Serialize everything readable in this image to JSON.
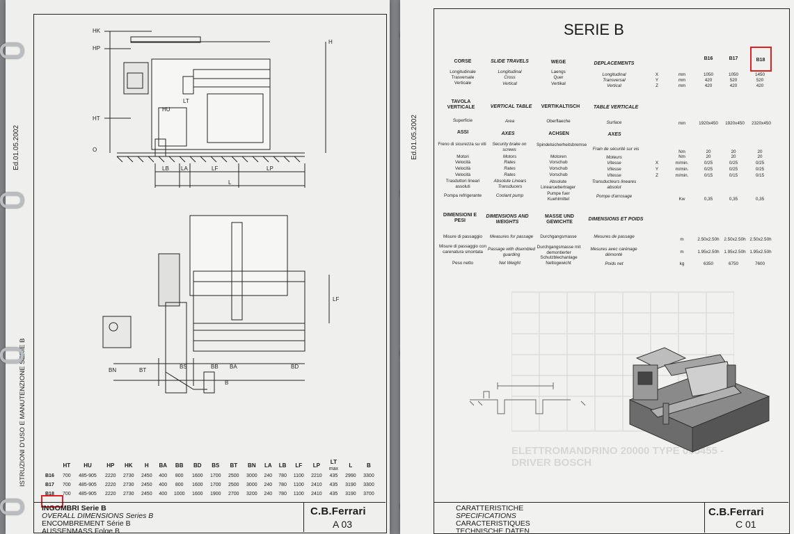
{
  "left": {
    "side_text": "ISTRUZIONI D'USO E MANUTENZIONE SERIE B",
    "edition": "Ed.01.05.2002",
    "drawing_labels": {
      "hk": "HK",
      "hp": "HP",
      "h": "H",
      "hu": "HU",
      "ht": "HT",
      "lt": "LT",
      "o": "O",
      "lb": "LB",
      "la": "LA",
      "lf": "LF",
      "lp": "LP",
      "l": "L",
      "bn": "BN",
      "bt": "BT",
      "bs": "BS",
      "bb": "BB",
      "ba": "BA",
      "bd": "BD",
      "b": "B",
      "lf_side": "LF"
    },
    "dimensions_table": {
      "headers": [
        "HT",
        "HU",
        "HP",
        "HK",
        "H",
        "BA",
        "BB",
        "BD",
        "BS",
        "BT",
        "BN",
        "LA",
        "LB",
        "LF",
        "LP",
        "LT",
        "L",
        "B"
      ],
      "lt_sub": "max",
      "rows": [
        {
          "model": "B16",
          "values": [
            "700",
            "485-905",
            "2220",
            "2730",
            "2450",
            "400",
            "800",
            "1600",
            "1700",
            "2500",
            "3000",
            "240",
            "780",
            "1100",
            "2210",
            "435",
            "2990",
            "3300"
          ]
        },
        {
          "model": "B17",
          "values": [
            "700",
            "485-905",
            "2220",
            "2730",
            "2450",
            "400",
            "800",
            "1600",
            "1700",
            "2500",
            "3000",
            "240",
            "780",
            "1100",
            "2410",
            "435",
            "3190",
            "3300"
          ]
        },
        {
          "model": "B18",
          "values": [
            "700",
            "485-905",
            "2220",
            "2730",
            "2450",
            "400",
            "1000",
            "1600",
            "1900",
            "2700",
            "3200",
            "240",
            "780",
            "1100",
            "2410",
            "435",
            "3190",
            "3700"
          ]
        }
      ]
    },
    "title_block": {
      "line1": "INGOMBRI Serie B",
      "line2": "OVERALL DIMENSIONS Series B",
      "line3": "ENCOMBREMENT Série B",
      "line4": "AUSSENMASS Folge B",
      "logo": "C.B.Ferrari",
      "page": "A 03"
    }
  },
  "right": {
    "edition": "Ed.01.05.2002",
    "title": "SERIE B",
    "models": [
      "B16",
      "B17",
      "B18"
    ],
    "highlighted_model": "B18",
    "sections": {
      "corse": {
        "it": "CORSE",
        "en": "SLIDE TRAVELS",
        "de": "WEGE",
        "fr": "DEPLACEMENTS"
      },
      "tavola": {
        "it": "TAVOLA VERTICALE",
        "en": "VERTICAL TABLE",
        "de": "VERTIKALTISCH",
        "fr": "TABLE VERTICALE"
      },
      "assi": {
        "it": "ASSI",
        "en": "AXES",
        "de": "ACHSEN",
        "fr": "AXES"
      },
      "dimensioni": {
        "it": "DIMENSIONI E PESI",
        "en": "DIMENSIONS AND WEIGHTS",
        "de": "MASSE UND GEWICHTE",
        "fr": "DIMENSIONS ET POIDS"
      }
    },
    "rows": {
      "long": {
        "it": "Longitudinale",
        "en": "Longitudinal",
        "de": "Laengs",
        "fr": "Longitudinal",
        "axis": "X",
        "unit": "mm",
        "v": [
          "1050",
          "1050",
          "1450"
        ]
      },
      "tras": {
        "it": "Trasversale",
        "en": "Cross",
        "de": "Quer",
        "fr": "Transversal",
        "axis": "Y",
        "unit": "mm",
        "v": [
          "420",
          "520",
          "520"
        ]
      },
      "vert": {
        "it": "Verticale",
        "en": "Vertical",
        "de": "Vertikal",
        "fr": "Vertical",
        "axis": "Z",
        "unit": "mm",
        "v": [
          "420",
          "420",
          "420"
        ]
      },
      "sup": {
        "it": "Superficie",
        "en": "Area",
        "de": "Oberflaeche",
        "fr": "Surface",
        "unit": "mm",
        "v": [
          "1920x450",
          "1920x450",
          "2320x450"
        ]
      },
      "freno": {
        "it": "Freno di sicurezza su viti",
        "en": "Security brake on screws",
        "de": "Spindelsicherheitsbremse",
        "fr": "Frain de sécurité sur vis",
        "unit": "Nm",
        "v": [
          "20",
          "20",
          "20"
        ]
      },
      "motori": {
        "it": "Motori",
        "en": "Motors",
        "de": "Motoren",
        "fr": "Moteurs",
        "unit": "Nm",
        "v": [
          "20",
          "20",
          "20"
        ]
      },
      "vel1": {
        "it": "Velocità",
        "en": "Rates",
        "de": "Vorschub",
        "fr": "Vitesse",
        "axis": "X",
        "unit": "m/min.",
        "v": [
          "0/25",
          "0/25",
          "0/25"
        ]
      },
      "vel2": {
        "it": "Velocità",
        "en": "Rates",
        "de": "Vorschub",
        "fr": "Vitesse",
        "axis": "Y",
        "unit": "m/min.",
        "v": [
          "0/25",
          "0/25",
          "0/25"
        ]
      },
      "vel3": {
        "it": "Velocità",
        "en": "Rates",
        "de": "Vorschub",
        "fr": "Vitesse",
        "axis": "Z",
        "unit": "m/min.",
        "v": [
          "0/15",
          "0/15",
          "0/15"
        ]
      },
      "trasd": {
        "it": "Trasduttori lineari assoluti",
        "en": "Absolute Linears Transducers",
        "de": "Absolute Linearuebertrager",
        "fr": "Transducteurs lineares absolut"
      },
      "pompa": {
        "it": "Pompa refrigerante",
        "en": "Coolant pump",
        "de": "Pumpe fuer Kuehlmittel",
        "fr": "Pompe d'arrosage",
        "unit": "Kw",
        "v": [
          "0,35",
          "0,35",
          "0,35"
        ]
      },
      "mis1": {
        "it": "Misure di passaggio",
        "en": "Measures for passage",
        "de": "Durchgangsmasse",
        "fr": "Mesures de passage",
        "unit": "m",
        "v": [
          "2.50x2.50h",
          "2.50x2.50h",
          "2.50x2.50h"
        ]
      },
      "mis2": {
        "it": "Misure di passaggio con carenatura smontata",
        "en": "Passage with disembled guarding",
        "de": "Durchgangsmasse mit demontierter Schutzblechanlage",
        "fr": "Mesures avec carénage démonté",
        "unit": "m",
        "v": [
          "1.95x2.50h",
          "1.95x2.50h",
          "1.95x2.50h"
        ]
      },
      "peso": {
        "it": "Peso netto",
        "en": "Net Weight",
        "de": "Nettogewicht",
        "fr": "Poids net",
        "unit": "kg",
        "v": [
          "6350",
          "6750",
          "7600"
        ]
      }
    },
    "bleed_text": "ELETTROMANDRINO 20000 TYPE 055455 - DRIVER BOSCH",
    "title_block": {
      "line1": "CARATTERISTICHE",
      "line2": "SPECIFICATIONS",
      "line3": "CARACTERISTIQUES",
      "line4": "TECHNISCHE DATEN",
      "logo": "C.B.Ferrari",
      "page": "C 01"
    }
  }
}
